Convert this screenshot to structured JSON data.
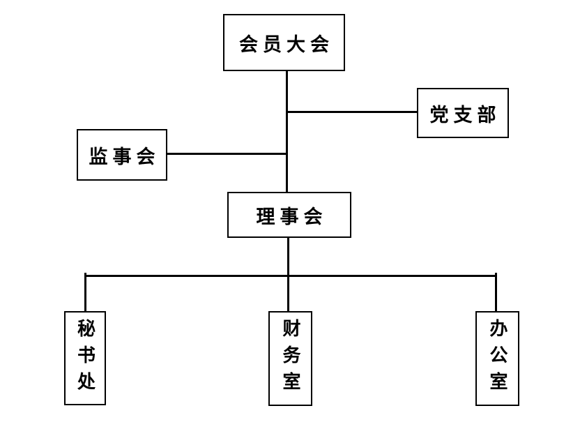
{
  "diagram": {
    "type": "org-chart",
    "background_color": "#ffffff",
    "line_color": "#000000",
    "box_border_color": "#000000",
    "text_color": "#000000",
    "nodes": {
      "members_assembly": {
        "label": "会员大会",
        "orientation": "horizontal"
      },
      "party_branch": {
        "label": "党支部",
        "orientation": "horizontal"
      },
      "supervisory_board": {
        "label": "监事会",
        "orientation": "horizontal"
      },
      "council": {
        "label": "理事会",
        "orientation": "horizontal"
      },
      "secretariat": {
        "label": "秘书处",
        "orientation": "vertical"
      },
      "finance_office": {
        "label": "财务室",
        "orientation": "vertical"
      },
      "general_office": {
        "label": "办公室",
        "orientation": "vertical"
      }
    },
    "edges": [
      {
        "from": "members_assembly",
        "to": "council"
      },
      {
        "from": "members_assembly",
        "to": "party_branch"
      },
      {
        "from": "members_assembly",
        "to": "supervisory_board"
      },
      {
        "from": "council",
        "to": "secretariat"
      },
      {
        "from": "council",
        "to": "finance_office"
      },
      {
        "from": "council",
        "to": "general_office"
      }
    ]
  }
}
